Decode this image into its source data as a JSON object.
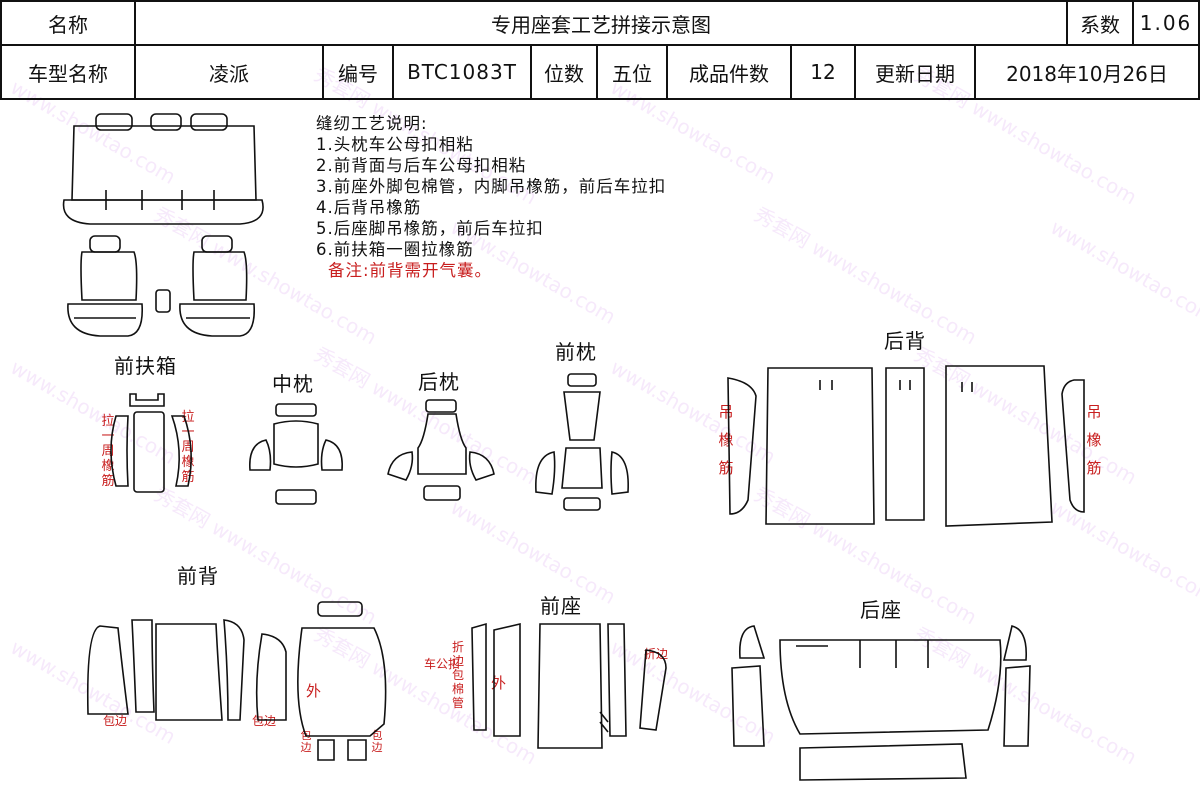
{
  "header": {
    "row1": {
      "name_label": "名称",
      "title": "专用座套工艺拼接示意图",
      "coef_label": "系数",
      "coef_value": "1.06"
    },
    "row2": {
      "model_label": "车型名称",
      "model_value": "凌派",
      "code_label": "编号",
      "code_value": "BTC1083T",
      "seats_label": "位数",
      "seats_value": "五位",
      "pieces_label": "成品件数",
      "pieces_value": "12",
      "date_label": "更新日期",
      "date_value": "2018年10月26日"
    }
  },
  "notes": {
    "title": "缝纫工艺说明:",
    "items": [
      "1.头枕车公母扣相粘",
      "2.前背面与后车公母扣相粘",
      "3.前座外脚包棉管，内脚吊橡筋，前后车拉扣",
      "4.后背吊橡筋",
      "5.后座脚吊橡筋，前后车拉扣",
      "6.前扶箱一圈拉橡筋"
    ],
    "remark": "备注:前背需开气囊。"
  },
  "sections": {
    "front_armrest": "前扶箱",
    "mid_pillow": "中枕",
    "rear_pillow": "后枕",
    "front_pillow": "前枕",
    "rear_back": "后背",
    "front_back": "前背",
    "front_seat": "前座",
    "rear_seat": "后座"
  },
  "annotations": {
    "pull_band": "拉一周橡筋",
    "hang_band": "吊橡筋",
    "outer": "外",
    "wrap_edge": "包边",
    "fold_edge": "折边",
    "sew_fold_wrap": "车公扣",
    "fold_wrap_pipe": "折边包棉管"
  },
  "watermark": {
    "site": "www.showtao.com",
    "brand": "秀套网"
  },
  "colors": {
    "line": "#111111",
    "annotation_red": "#c81e1e",
    "watermark": "#c878e6"
  }
}
